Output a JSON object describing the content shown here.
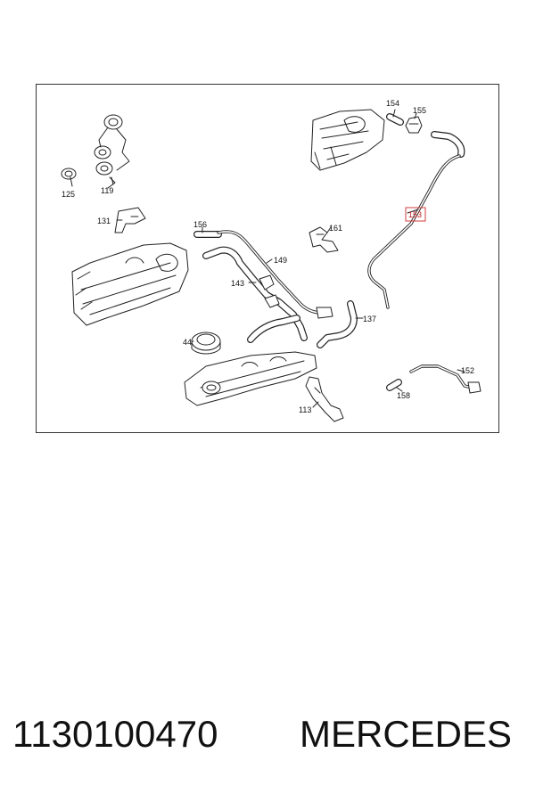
{
  "diagram": {
    "callouts": {
      "c154": "154",
      "c155": "155",
      "c125": "125",
      "c119": "119",
      "c153": "153",
      "c131": "131",
      "c156": "156",
      "c161": "161",
      "c149": "149",
      "c143": "143",
      "c137": "137",
      "c44": "44",
      "c152": "152",
      "c158": "158",
      "c113": "113"
    },
    "highlighted_callout": "153",
    "highlight_color": "#d23c3c"
  },
  "footer": {
    "part_number": "1130100470",
    "brand": "MERCEDES"
  }
}
